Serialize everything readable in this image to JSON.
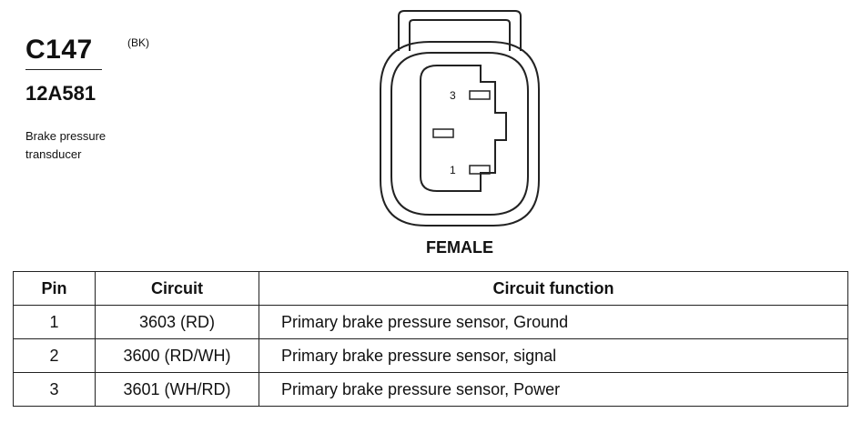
{
  "connector": {
    "id": "C147",
    "color_code": "(BK)",
    "part_number": "12A581",
    "description": "Brake pressure transducer",
    "view": "FEMALE",
    "pin_labels": [
      "3",
      "1"
    ]
  },
  "table": {
    "headers": [
      "Pin",
      "Circuit",
      "Circuit function"
    ],
    "rows": [
      {
        "pin": "1",
        "circuit": "3603 (RD)",
        "function": "Primary brake pressure sensor, Ground"
      },
      {
        "pin": "2",
        "circuit": "3600 (RD/WH)",
        "function": "Primary brake pressure sensor, signal"
      },
      {
        "pin": "3",
        "circuit": "3601 (WH/RD)",
        "function": "Primary brake pressure sensor, Power"
      }
    ]
  }
}
